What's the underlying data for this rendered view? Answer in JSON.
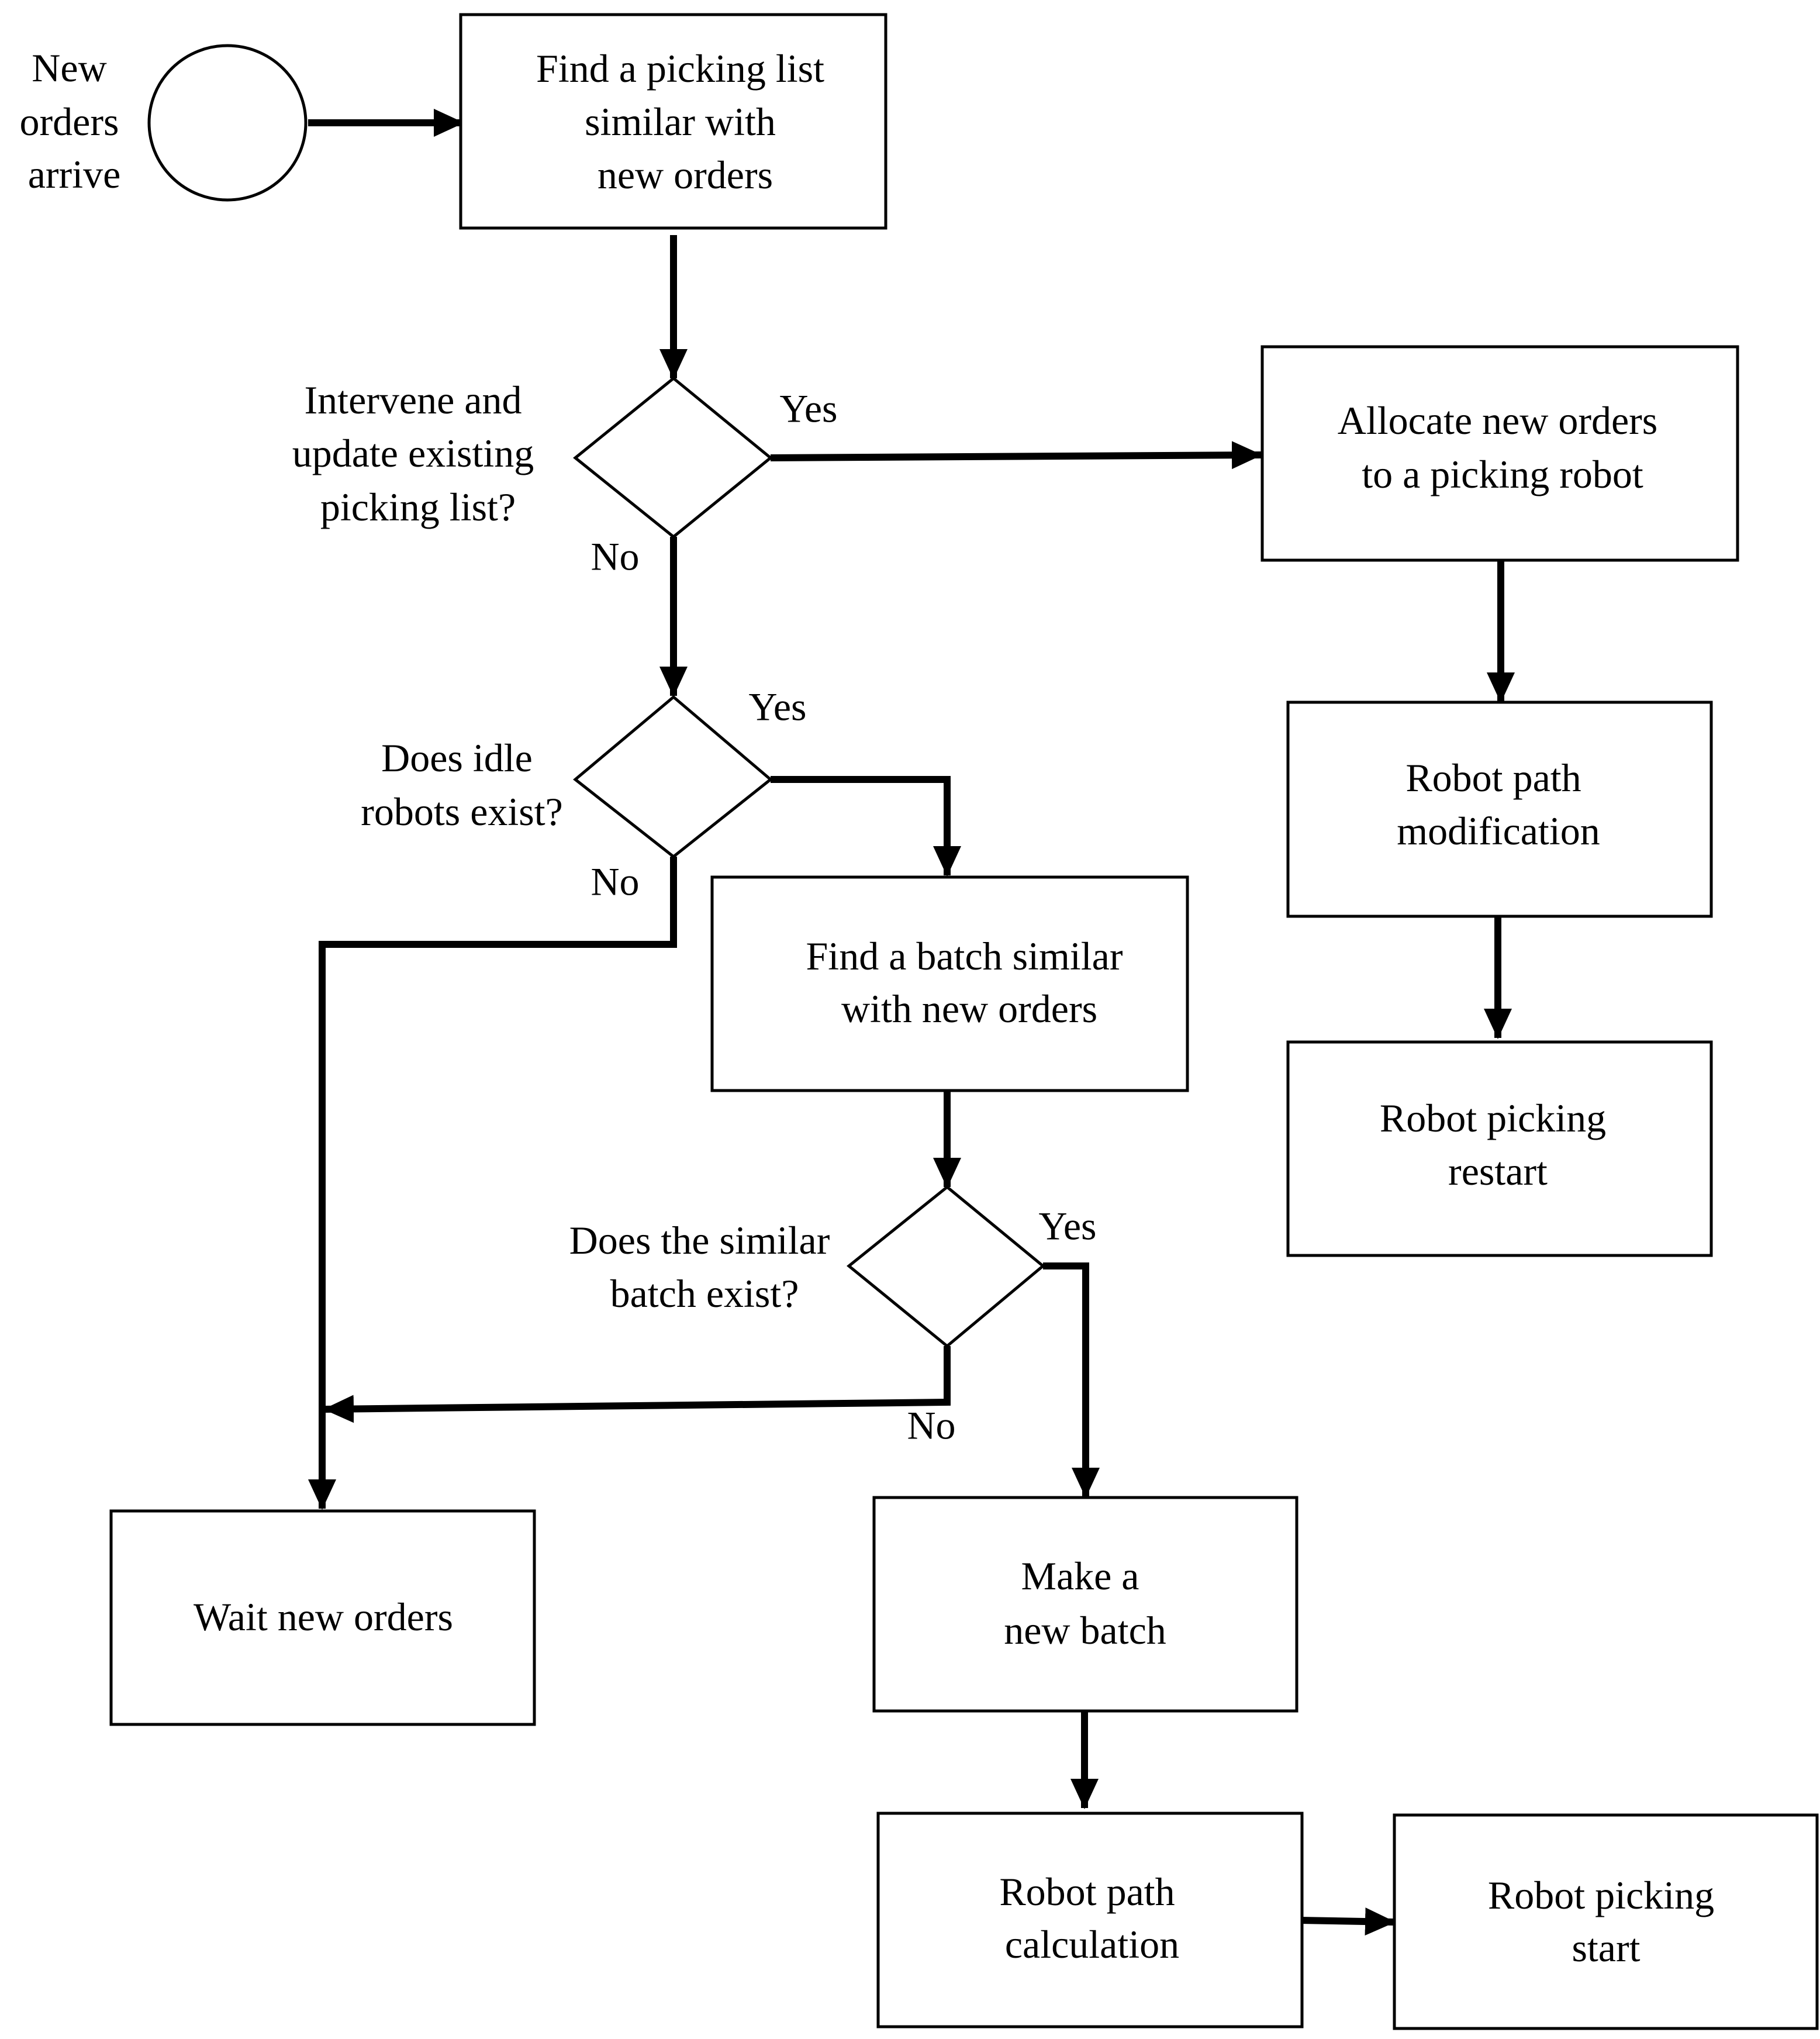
{
  "nodes": {
    "start": {
      "label": [
        "New",
        "orders",
        "arrive"
      ]
    },
    "find_picking_list": {
      "label": [
        "Find a picking list",
        "similar with",
        "new orders"
      ]
    },
    "decision_intervene": {
      "label": [
        "Intervene and",
        "update existing",
        "picking list?"
      ]
    },
    "decision_idle": {
      "label": [
        "Does idle",
        "robots exist?"
      ]
    },
    "find_batch": {
      "label": [
        "Find a batch similar",
        "with new orders"
      ]
    },
    "decision_similar_batch": {
      "label": [
        "Does the similar",
        "batch exist?"
      ]
    },
    "wait_new_orders": {
      "label": [
        "Wait new orders"
      ]
    },
    "make_new_batch": {
      "label": [
        "Make a",
        "new batch"
      ]
    },
    "path_calculation": {
      "label": [
        "Robot path",
        "calculation"
      ]
    },
    "picking_start": {
      "label": [
        "Robot picking",
        "start"
      ]
    },
    "allocate_orders": {
      "label": [
        "Allocate new orders",
        "to a picking robot"
      ]
    },
    "path_modification": {
      "label": [
        "Robot path",
        "modification"
      ]
    },
    "picking_restart": {
      "label": [
        "Robot picking",
        "restart"
      ]
    }
  },
  "edge_labels": {
    "intervene_yes": "Yes",
    "intervene_no": "No",
    "idle_yes": "Yes",
    "idle_no": "No",
    "similar_yes": "Yes",
    "similar_no": "No"
  }
}
